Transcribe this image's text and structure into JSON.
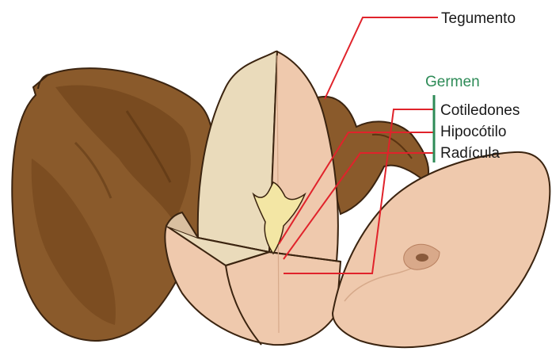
{
  "diagram": {
    "labels": {
      "tegumento": "Tegumento",
      "germen": "Germen",
      "cotiledones": "Cotiledones",
      "hipocotilo": "Hipocótilo",
      "radicula": "Radícula"
    },
    "colors": {
      "seed_coat": "#8a5a2b",
      "seed_coat_dark": "#6b3f17",
      "cotyledon_light": "#eadbbb",
      "cotyledon_pink": "#efc9ad",
      "embryo": "#f3e6a4",
      "leader_line": "#e0232b",
      "germen_bracket": "#2e8b57"
    },
    "icons": [
      "whole-seed-icon",
      "split-seed-icon",
      "cotyledon-half-icon"
    ]
  }
}
